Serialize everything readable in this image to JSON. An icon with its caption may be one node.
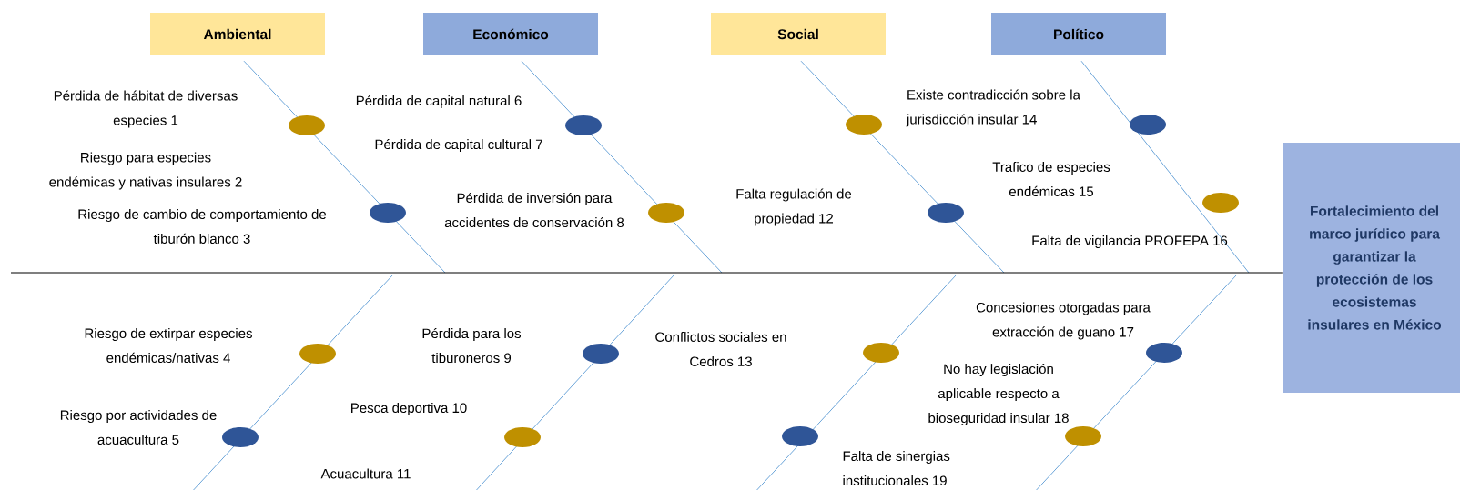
{
  "diagram": {
    "nodes": [
      {
        "text": [
          "Ambiental"
        ]
      },
      {
        "text": [
          "Económico"
        ]
      },
      {
        "text": [
          "Social"
        ]
      },
      {
        "text": [
          "Político"
        ]
      },
      {
        "text": [
          "Fortalecimiento del marco jurídico para garantizar la protección de los ecosistemas insulares en México"
        ]
      }
    ],
    "edges": [
      {
        "from": 0,
        "to": null,
        "arrow": "none"
      },
      {
        "from": 1,
        "to": null,
        "arrow": "none"
      },
      {
        "from": 2,
        "to": null,
        "arrow": "none"
      },
      {
        "from": 3,
        "to": null,
        "arrow": "none"
      },
      {
        "from": null,
        "to": 4,
        "arrow": "none",
        "color": "#000000"
      }
    ],
    "labels": [
      "Pérdida de hábitat de diversas especies 1",
      "Riesgo para especies endémicas y nativas insulares 2",
      "Riesgo de cambio de comportamiento de tiburón blanco 3",
      "Pérdida de capital natural 6",
      "Pérdida de capital cultural 7",
      "Pérdida de inversión para accidentes de conservación 8",
      "Falta regulación de propiedad 12",
      "Existe contradicción sobre la jurisdicción insular 14",
      "Trafico de especies endémicas 15",
      "Falta de vigilancia PROFEPA 16",
      "Riesgo de extirpar especies endémicas/nativas 4",
      "Riesgo por actividades de acuacultura 5",
      "Pérdida para los tiburoneros 9",
      "Pesca deportiva 10",
      "Acuacultura 11",
      "Conflictos sociales en Cedros 13",
      "Concesiones otorgadas para extracción de guano 17",
      "No hay legislación aplicable respecto a bioseguridad insular 18",
      "Falta de sinergias institucionales 19"
    ]
  }
}
